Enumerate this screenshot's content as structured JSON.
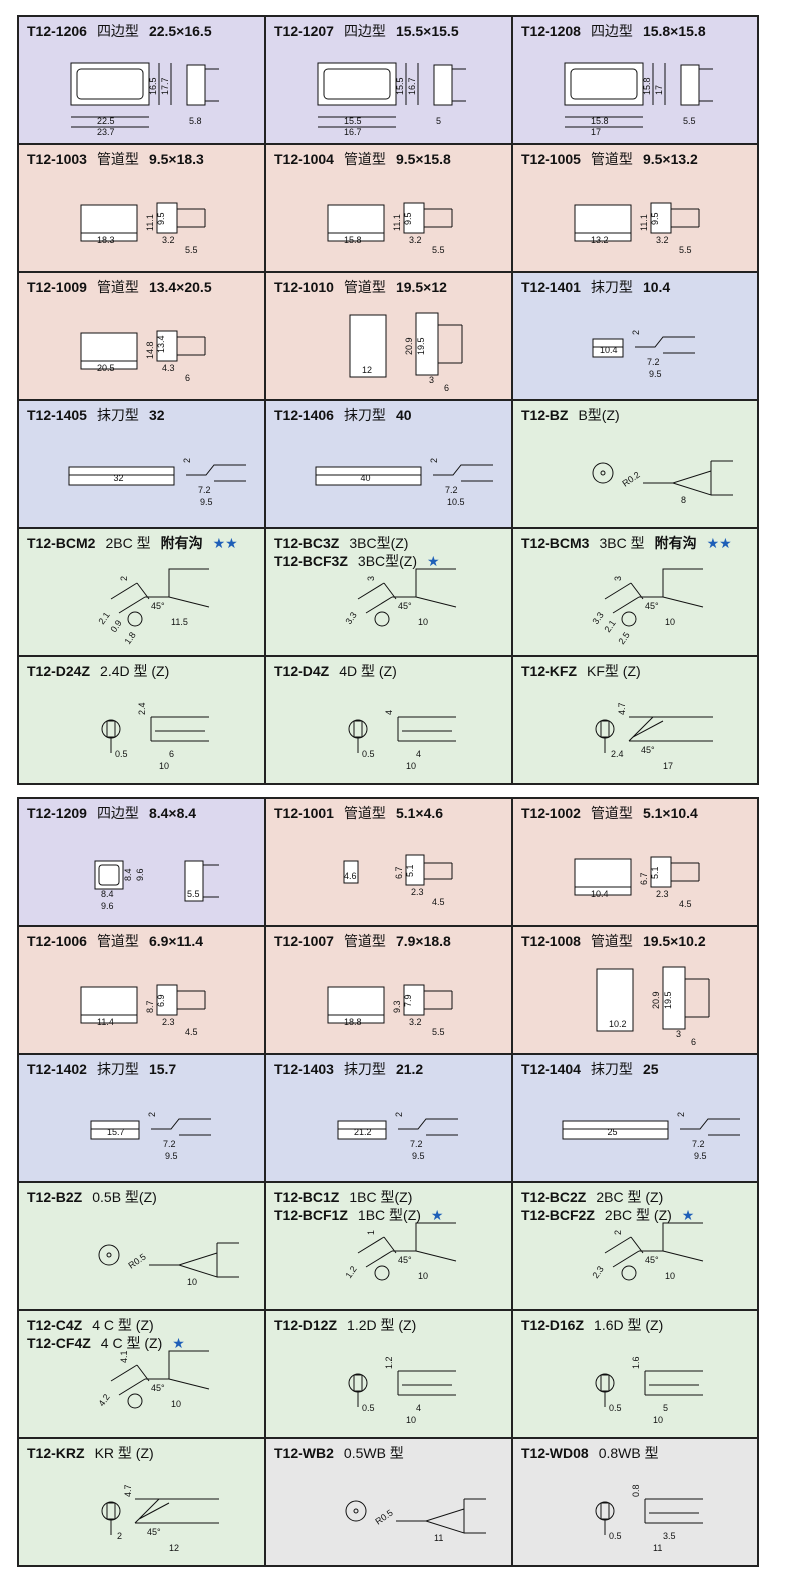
{
  "sections": [
    {
      "rows": [
        [
          {
            "bg": "lav",
            "lines": [
              {
                "code": "T12-1206",
                "type": "四边型",
                "size": "22.5×16.5"
              }
            ],
            "drawing": "square",
            "dims": [
              "22.5",
              "23.7",
              "16.5",
              "17.7",
              "5.8"
            ]
          },
          {
            "bg": "lav",
            "lines": [
              {
                "code": "T12-1207",
                "type": "四边型",
                "size": "15.5×15.5"
              }
            ],
            "drawing": "square",
            "dims": [
              "15.5",
              "16.7",
              "15.5",
              "16.7",
              "5"
            ]
          },
          {
            "bg": "lav",
            "lines": [
              {
                "code": "T12-1208",
                "type": "四边型",
                "size": "15.8×15.8"
              }
            ],
            "drawing": "square",
            "dims": [
              "15.8",
              "17",
              "15.8",
              "17",
              "5.5"
            ]
          }
        ],
        [
          {
            "bg": "pink",
            "lines": [
              {
                "code": "T12-1003",
                "type": "管道型",
                "size": "9.5×18.3"
              }
            ],
            "drawing": "tube",
            "dims": [
              "18.3",
              "11.1",
              "9.5",
              "3.2",
              "5.5"
            ]
          },
          {
            "bg": "pink",
            "lines": [
              {
                "code": "T12-1004",
                "type": "管道型",
                "size": "9.5×15.8"
              }
            ],
            "drawing": "tube",
            "dims": [
              "15.8",
              "11.1",
              "9.5",
              "3.2",
              "5.5"
            ]
          },
          {
            "bg": "pink",
            "lines": [
              {
                "code": "T12-1005",
                "type": "管道型",
                "size": "9.5×13.2"
              }
            ],
            "drawing": "tube",
            "dims": [
              "13.2",
              "11.1",
              "9.5",
              "3.2",
              "5.5"
            ]
          }
        ],
        [
          {
            "bg": "pink",
            "lines": [
              {
                "code": "T12-1009",
                "type": "管道型",
                "size": "13.4×20.5"
              }
            ],
            "drawing": "tube",
            "dims": [
              "20.5",
              "14.8",
              "13.4",
              "4.3",
              "6"
            ]
          },
          {
            "bg": "pink",
            "lines": [
              {
                "code": "T12-1010",
                "type": "管道型",
                "size": "19.5×12"
              }
            ],
            "drawing": "tube-tall",
            "dims": [
              "12",
              "20.9",
              "19.5",
              "3",
              "6"
            ]
          },
          {
            "bg": "blue",
            "lines": [
              {
                "code": "T12-1401",
                "type": "抹刀型",
                "size": "10.4"
              }
            ],
            "drawing": "knife",
            "dims": [
              "10.4",
              "2",
              "7.2",
              "9.5"
            ]
          }
        ],
        [
          {
            "bg": "blue",
            "lines": [
              {
                "code": "T12-1405",
                "type": "抹刀型",
                "size": "32"
              }
            ],
            "drawing": "knife-long",
            "dims": [
              "32",
              "2",
              "7.2",
              "9.5"
            ]
          },
          {
            "bg": "blue",
            "lines": [
              {
                "code": "T12-1406",
                "type": "抹刀型",
                "size": "40"
              }
            ],
            "drawing": "knife-long",
            "dims": [
              "40",
              "2",
              "7.2",
              "10.5"
            ]
          },
          {
            "bg": "green",
            "lines": [
              {
                "code": "T12-BZ",
                "type": "B型(Z)",
                "size": ""
              }
            ],
            "drawing": "conical",
            "dims": [
              "R0.2",
              "8"
            ]
          }
        ],
        [
          {
            "bg": "green",
            "lines": [
              {
                "code": "T12-BCM2",
                "type": "2BC 型",
                "size": "附有沟",
                "star": "★★"
              }
            ],
            "drawing": "bevel",
            "dims": [
              "2",
              "2.1",
              "0.9",
              "1.8",
              "45°",
              "11.5"
            ]
          },
          {
            "bg": "green",
            "lines": [
              {
                "code": "T12-BC3Z",
                "type": "3BC型(Z)",
                "size": ""
              },
              {
                "code": "T12-BCF3Z",
                "type": "3BC型(Z)",
                "size": "",
                "star": "★"
              }
            ],
            "drawing": "bevel",
            "dims": [
              "3",
              "3.3",
              "",
              "",
              "45°",
              "10"
            ]
          },
          {
            "bg": "green",
            "lines": [
              {
                "code": "T12-BCM3",
                "type": "3BC 型",
                "size": "附有沟",
                "star": "★★"
              }
            ],
            "drawing": "bevel",
            "dims": [
              "3",
              "3.3",
              "2.1",
              "2.5",
              "45°",
              "10"
            ]
          }
        ],
        [
          {
            "bg": "green",
            "lines": [
              {
                "code": "T12-D24Z",
                "type": "2.4D 型 (Z)",
                "size": ""
              }
            ],
            "drawing": "chisel",
            "dims": [
              "2.4",
              "0.5",
              "6",
              "10"
            ]
          },
          {
            "bg": "green",
            "lines": [
              {
                "code": "T12-D4Z",
                "type": "4D 型 (Z)",
                "size": ""
              }
            ],
            "drawing": "chisel",
            "dims": [
              "4",
              "0.5",
              "4",
              "10"
            ]
          },
          {
            "bg": "green",
            "lines": [
              {
                "code": "T12-KFZ",
                "type": "KF型 (Z)",
                "size": ""
              }
            ],
            "drawing": "blade",
            "dims": [
              "4.7",
              "2.4",
              "45°",
              "17"
            ]
          }
        ]
      ]
    },
    {
      "rows": [
        [
          {
            "bg": "lav",
            "lines": [
              {
                "code": "T12-1209",
                "type": "四边型",
                "size": "8.4×8.4"
              }
            ],
            "drawing": "square-small",
            "dims": [
              "8.4",
              "9.6",
              "8.4",
              "9.6",
              "5.5"
            ]
          },
          {
            "bg": "pink",
            "lines": [
              {
                "code": "T12-1001",
                "type": "管道型",
                "size": "5.1×4.6"
              }
            ],
            "drawing": "tube-small",
            "dims": [
              "4.6",
              "6.7",
              "5.1",
              "2.3",
              "4.5"
            ]
          },
          {
            "bg": "pink",
            "lines": [
              {
                "code": "T12-1002",
                "type": "管道型",
                "size": "5.1×10.4"
              }
            ],
            "drawing": "tube",
            "dims": [
              "10.4",
              "6.7",
              "5.1",
              "2.3",
              "4.5"
            ]
          }
        ],
        [
          {
            "bg": "pink",
            "lines": [
              {
                "code": "T12-1006",
                "type": "管道型",
                "size": "6.9×11.4"
              }
            ],
            "drawing": "tube",
            "dims": [
              "11.4",
              "8.7",
              "6.9",
              "2.3",
              "4.5"
            ]
          },
          {
            "bg": "pink",
            "lines": [
              {
                "code": "T12-1007",
                "type": "管道型",
                "size": "7.9×18.8"
              }
            ],
            "drawing": "tube",
            "dims": [
              "18.8",
              "9.3",
              "7.9",
              "3.2",
              "5.5"
            ]
          },
          {
            "bg": "pink",
            "lines": [
              {
                "code": "T12-1008",
                "type": "管道型",
                "size": "19.5×10.2"
              }
            ],
            "drawing": "tube-tall",
            "dims": [
              "10.2",
              "20.9",
              "19.5",
              "3",
              "6"
            ]
          }
        ],
        [
          {
            "bg": "blue",
            "lines": [
              {
                "code": "T12-1402",
                "type": "抹刀型",
                "size": "15.7"
              }
            ],
            "drawing": "knife-mid",
            "dims": [
              "15.7",
              "2",
              "7.2",
              "9.5"
            ]
          },
          {
            "bg": "blue",
            "lines": [
              {
                "code": "T12-1403",
                "type": "抹刀型",
                "size": "21.2"
              }
            ],
            "drawing": "knife-mid",
            "dims": [
              "21.2",
              "2",
              "7.2",
              "9.5"
            ]
          },
          {
            "bg": "blue",
            "lines": [
              {
                "code": "T12-1404",
                "type": "抹刀型",
                "size": "25"
              }
            ],
            "drawing": "knife-long",
            "dims": [
              "25",
              "2",
              "7.2",
              "9.5"
            ]
          }
        ],
        [
          {
            "bg": "green",
            "lines": [
              {
                "code": "T12-B2Z",
                "type": "0.5B 型(Z)",
                "size": ""
              }
            ],
            "drawing": "conical",
            "dims": [
              "R0.5",
              "10"
            ]
          },
          {
            "bg": "green",
            "lines": [
              {
                "code": "T12-BC1Z",
                "type": "1BC 型(Z)",
                "size": ""
              },
              {
                "code": "T12-BCF1Z",
                "type": "1BC 型(Z)",
                "size": "",
                "star": "★"
              }
            ],
            "drawing": "bevel",
            "dims": [
              "1",
              "1.2",
              "",
              "",
              "45°",
              "10"
            ]
          },
          {
            "bg": "green",
            "lines": [
              {
                "code": "T12-BC2Z",
                "type": "2BC 型 (Z)",
                "size": ""
              },
              {
                "code": "T12-BCF2Z",
                "type": "2BC 型 (Z)",
                "size": "",
                "star": "★"
              }
            ],
            "drawing": "bevel",
            "dims": [
              "2",
              "2.3",
              "",
              "",
              "45°",
              "10"
            ]
          }
        ],
        [
          {
            "bg": "green",
            "lines": [
              {
                "code": "T12-C4Z",
                "type": "4 C 型 (Z)",
                "size": ""
              },
              {
                "code": "T12-CF4Z",
                "type": "4 C 型 (Z)",
                "size": "",
                "star": "★"
              }
            ],
            "drawing": "bevel",
            "dims": [
              "4.1",
              "4.2",
              "",
              "",
              "45°",
              "10"
            ]
          },
          {
            "bg": "green",
            "lines": [
              {
                "code": "T12-D12Z",
                "type": "1.2D 型 (Z)",
                "size": ""
              }
            ],
            "drawing": "chisel",
            "dims": [
              "1.2",
              "0.5",
              "4",
              "10"
            ]
          },
          {
            "bg": "green",
            "lines": [
              {
                "code": "T12-D16Z",
                "type": "1.6D 型 (Z)",
                "size": ""
              }
            ],
            "drawing": "chisel",
            "dims": [
              "1.6",
              "0.5",
              "5",
              "10"
            ]
          }
        ],
        [
          {
            "bg": "green",
            "lines": [
              {
                "code": "T12-KRZ",
                "type": "KR 型 (Z)",
                "size": ""
              }
            ],
            "drawing": "blade",
            "dims": [
              "4.7",
              "2",
              "45°",
              "12"
            ]
          },
          {
            "bg": "grey",
            "lines": [
              {
                "code": "T12-WB2",
                "type": "0.5WB 型",
                "size": ""
              }
            ],
            "drawing": "conical",
            "dims": [
              "R0.5",
              "11"
            ]
          },
          {
            "bg": "grey",
            "lines": [
              {
                "code": "T12-WD08",
                "type": "0.8WB 型",
                "size": ""
              }
            ],
            "drawing": "chisel",
            "dims": [
              "0.8",
              "0.5",
              "3.5",
              "11"
            ]
          }
        ]
      ]
    }
  ]
}
